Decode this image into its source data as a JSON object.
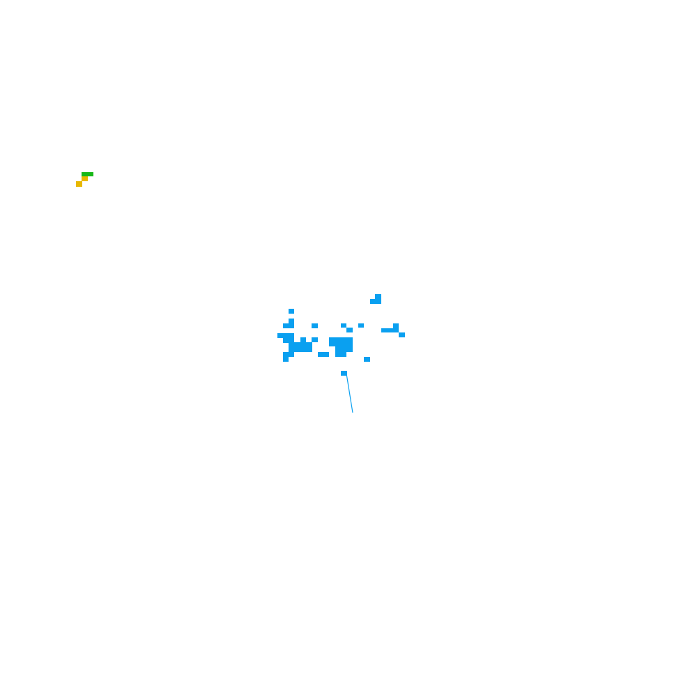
{
  "scene": {
    "background_color": "#ffffff"
  },
  "colors": {
    "cluster_blue": "#0aa0f0",
    "marker_green": "#18b818",
    "marker_yellow": "#e8b800"
  },
  "entities": {
    "main_cluster": {
      "kind": "pixel-block-cluster",
      "color_key": "cluster_blue"
    },
    "tether_line": {
      "kind": "thin-line",
      "color_key": "cluster_blue"
    },
    "corner_marker": {
      "kind": "stair-step-marker",
      "color_keys": [
        "marker_green",
        "marker_yellow"
      ]
    }
  }
}
